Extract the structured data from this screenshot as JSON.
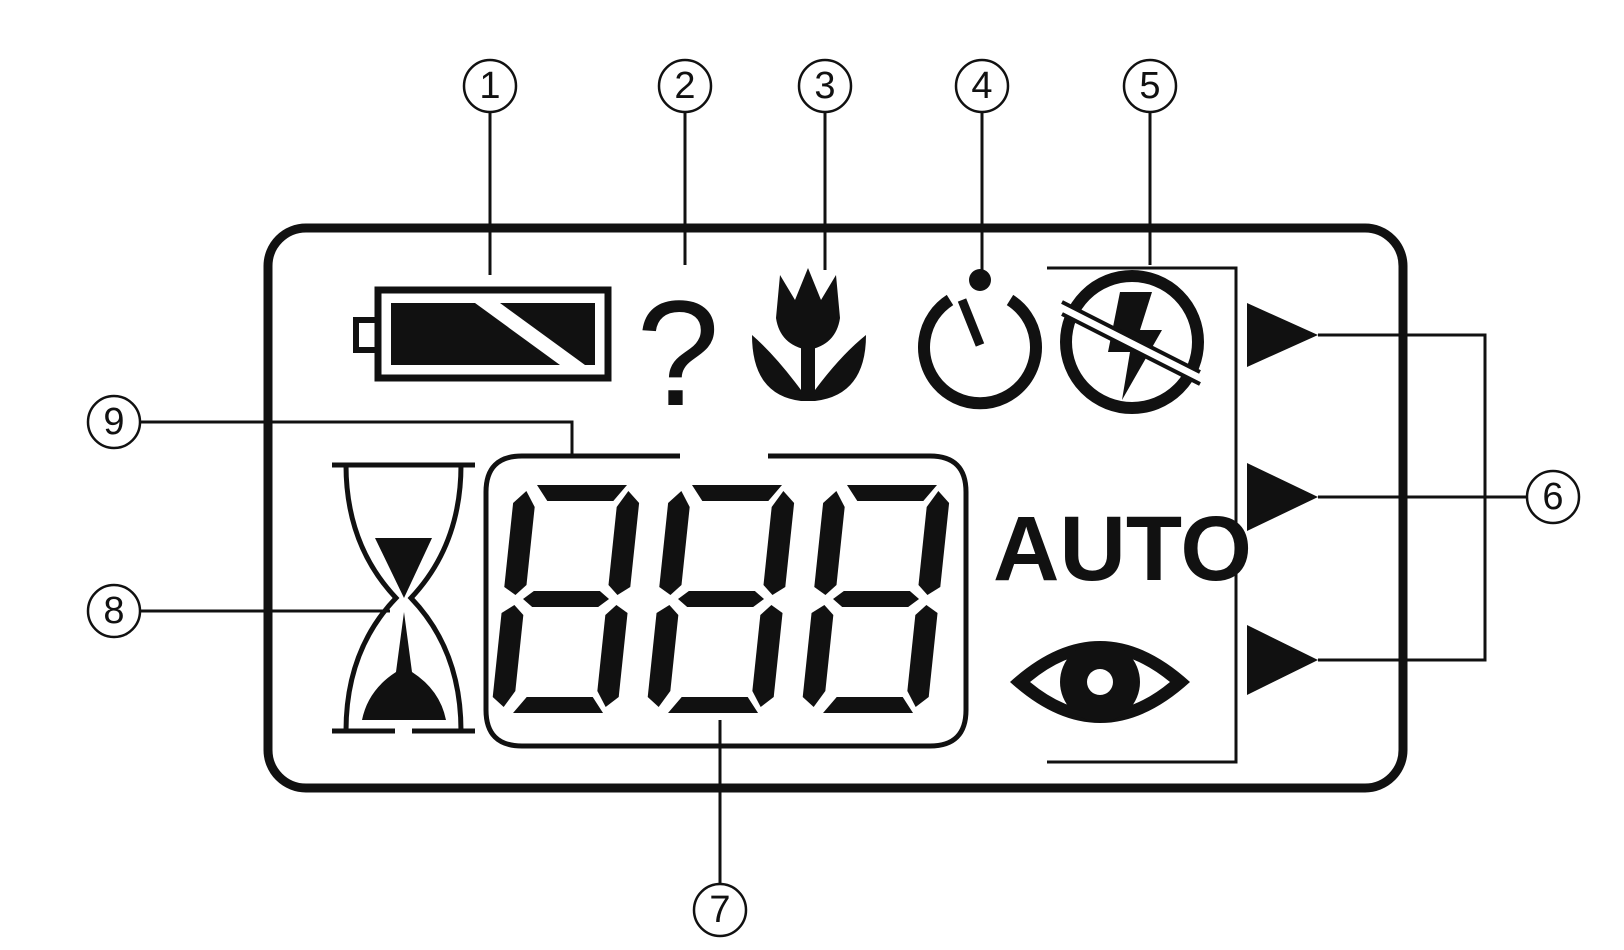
{
  "callouts": [
    {
      "number": "1"
    },
    {
      "number": "2"
    },
    {
      "number": "3"
    },
    {
      "number": "4"
    },
    {
      "number": "5"
    },
    {
      "number": "6"
    },
    {
      "number": "7"
    },
    {
      "number": "8"
    },
    {
      "number": "9"
    }
  ],
  "display": {
    "question_mark": "?",
    "auto_label": "AUTO",
    "frame_counter_digits": [
      "8",
      "8",
      "8"
    ]
  },
  "icons": [
    "battery-icon",
    "question-mark-icon",
    "macro-flower-icon",
    "self-timer-icon",
    "flash-off-icon",
    "mode-pointer-icon",
    "hourglass-icon",
    "red-eye-reduction-icon"
  ],
  "colors": {
    "ink": "#111111",
    "background": "#ffffff"
  }
}
